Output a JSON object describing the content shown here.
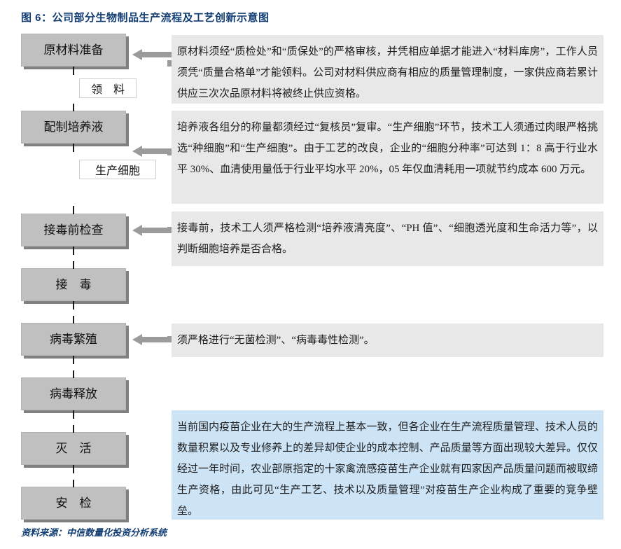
{
  "title": "图 6：公司部分生物制品生产流程及工艺创新示意图",
  "source_note": "资料来源：中信数量化投资分析系统",
  "colors": {
    "title_blue": "#123d73",
    "box_gray": "#c0c0c0",
    "box_shadow": "#808080",
    "panel_gray": "#e8e8e8",
    "panel_blue": "#cde4f7",
    "arrow_gray": "#9b9b9b"
  },
  "flow": {
    "steps": [
      {
        "label": "原材料准备"
      },
      {
        "label": "配制培养液"
      },
      {
        "label": "接毒前检查"
      },
      {
        "label": "接    毒"
      },
      {
        "label": "病毒繁殖"
      },
      {
        "label": "病毒释放"
      },
      {
        "label": "灭    活"
      },
      {
        "label": "安    检"
      }
    ],
    "tags": [
      {
        "label": "领    料"
      },
      {
        "label": "生产细胞"
      }
    ]
  },
  "panels": [
    {
      "id": "raw-material-panel",
      "style": "gray",
      "text": "原材料须经“质检处”和“质保处”的严格审核，并凭相应单据才能进入“材料库房”，工作人员须凭“质量合格单”才能领料。公司对材料供应商有相应的质量管理制度，一家供应商若累计供应三次次品原材料将被终止供应资格。"
    },
    {
      "id": "culture-medium-panel",
      "style": "gray",
      "text": "培养液各组分的称量都须经过“复核员”复审。“生产细胞”环节，技术工人须通过肉眼严格挑选“种细胞”和“生产细胞”。由于工艺的改良，企业的“细胞分种率”可达到 1：8 高于行业水平 30%、血清使用量低于行业平均水平 20%，05 年仅血清耗用一项就节约成本 600 万元。"
    },
    {
      "id": "pre-inoculation-panel",
      "style": "gray",
      "text": "接毒前，技术工人须严格检测“培养液清亮度”、“PH 值”、“细胞透光度和生命活力等”，以判断细胞培养是否合格。"
    },
    {
      "id": "virus-propagation-panel",
      "style": "gray",
      "text": "须严格进行“无菌检测”、“病毒毒性检测”。"
    },
    {
      "id": "conclusion-panel",
      "style": "blue",
      "text": "当前国内疫苗企业在大的生产流程上基本一致，但各企业在生产流程质量管理、技术人员的数量积累以及专业修养上的差异却使企业的成本控制、产品质量等方面出现较大差异。仅仅经过一年时间，农业部原指定的十家禽流感疫苗生产企业就有四家因产品质量问题而被取缔生产资格，由此可见“生产工艺、技术以及质量管理”对疫苗生产企业构成了重要的竞争壁垒。"
    }
  ]
}
